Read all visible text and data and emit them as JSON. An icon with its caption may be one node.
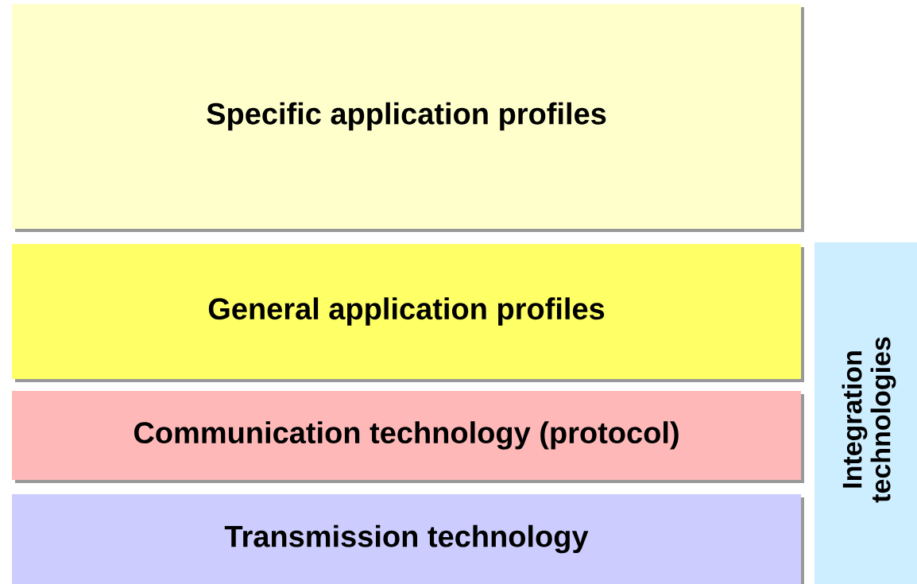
{
  "diagram": {
    "nodes": [
      {
        "text": [
          "Specific application profiles"
        ]
      },
      {
        "text": [
          "General application profiles"
        ]
      },
      {
        "text": [
          "Communication technology (protocol)"
        ]
      },
      {
        "text": [
          "Transmission technology"
        ]
      },
      {
        "text": [
          "Integration technologies"
        ]
      }
    ]
  }
}
